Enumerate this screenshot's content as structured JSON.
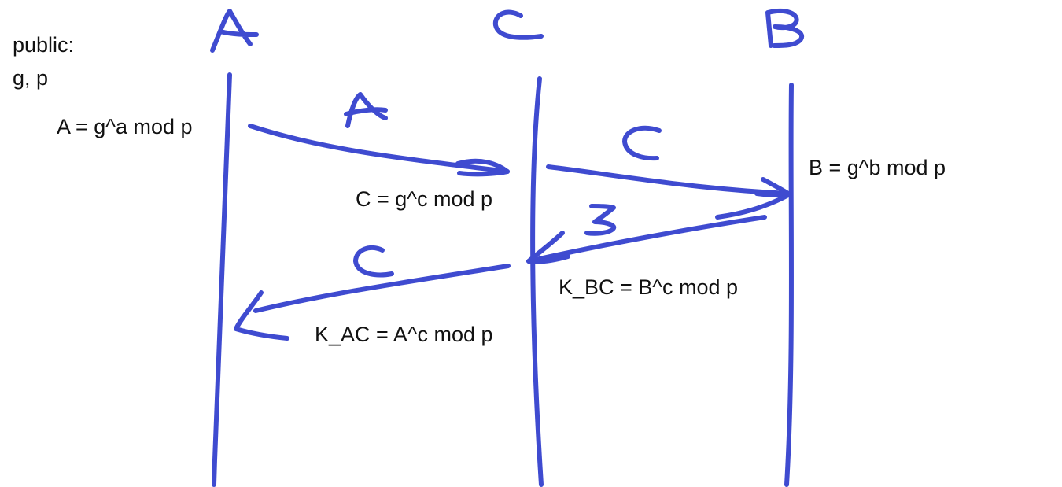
{
  "colors": {
    "ink": "#3f4bd0",
    "text": "#111111",
    "background": "#ffffff"
  },
  "public": {
    "heading": "public:",
    "params": "g, p"
  },
  "parties": {
    "a": "A",
    "c": "C",
    "b": "B"
  },
  "messages": {
    "a_to_c": "A",
    "c_to_b": "C",
    "b_to_c": "B",
    "c_to_a": "C"
  },
  "equations": {
    "a_public": "A = g^a mod p",
    "c_public": "C = g^c mod p",
    "b_public": "B = g^b mod p",
    "k_bc": "K_BC = B^c mod p",
    "k_ac": "K_AC = A^c mod p"
  }
}
